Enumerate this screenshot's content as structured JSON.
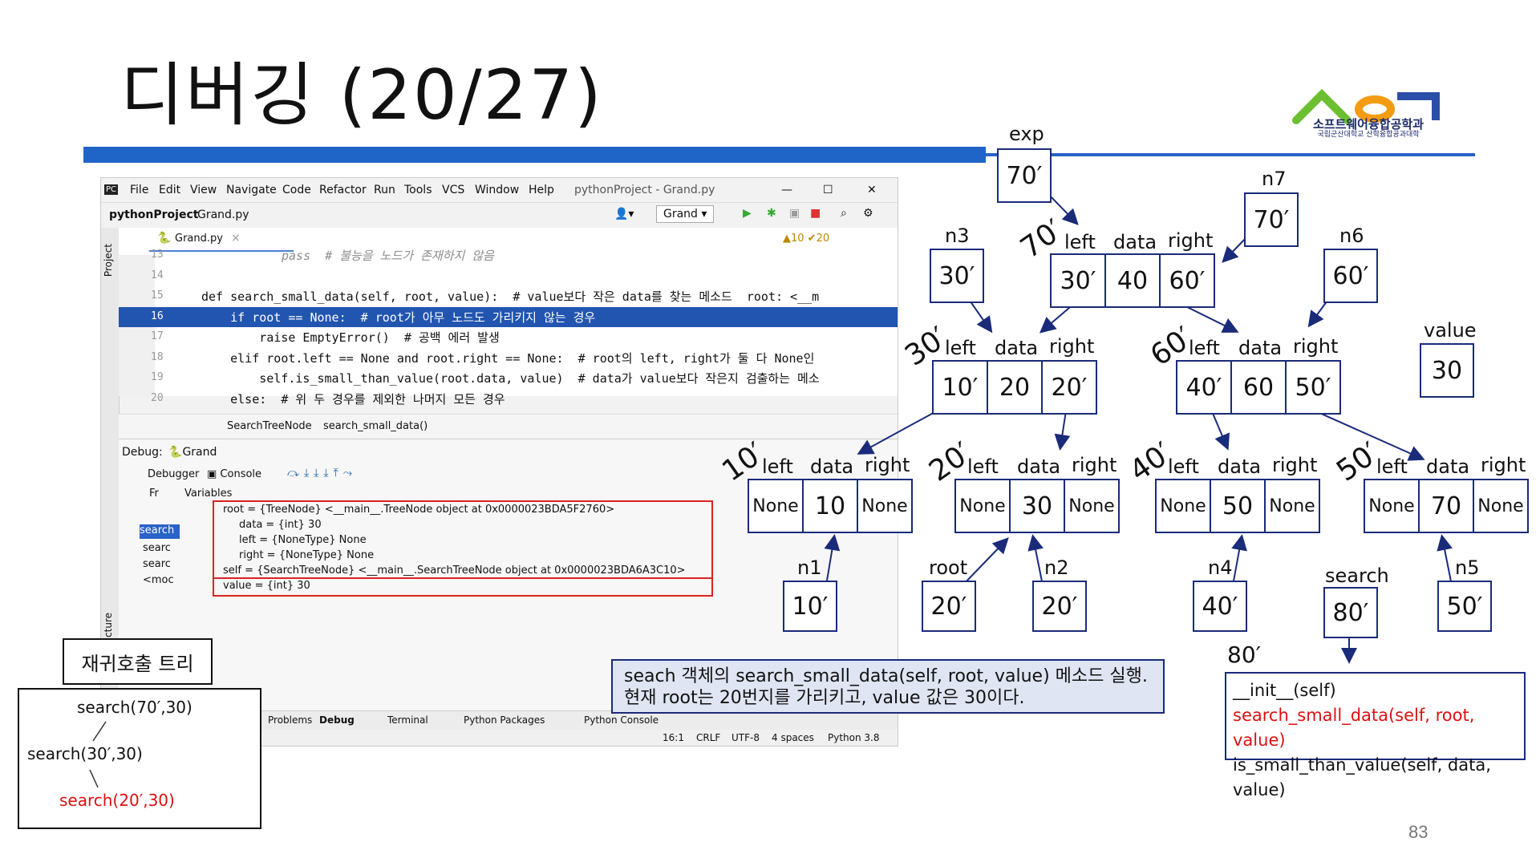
{
  "slide": {
    "title": "디버깅 (20/27)",
    "page_number": "83"
  },
  "logo": {
    "name": "소프트웨어융합공학과",
    "sub": "국립군산대학교 산학융합공과대학",
    "colors": [
      "#6cbf2f",
      "#f39c12",
      "#2b4fa8"
    ]
  },
  "ide": {
    "menu": [
      "File",
      "Edit",
      "View",
      "Navigate",
      "Code",
      "Refactor",
      "Run",
      "Tools",
      "VCS",
      "Window",
      "Help"
    ],
    "window_title": "pythonProject - Grand.py",
    "breadcrumb_project": "pythonProject",
    "breadcrumb_file": "Grand.py",
    "run_config": "Grand",
    "tab_file": "Grand.py",
    "sidebar_project": "Project",
    "sidebar_structure": "Structure",
    "warnings": "▲10 ✔20",
    "lines": [
      {
        "n": "13",
        "code": "pass  # 불능을 노드가 존재하지 않음"
      },
      {
        "n": "14",
        "code": ""
      },
      {
        "n": "15",
        "code": "def search_small_data(self, root, value):  # value보다 작은 data를 찾는 메소드  root: <__m"
      },
      {
        "n": "16",
        "code": "    if root == None:  # root가 아무 노드도 가리키지 않는 경우"
      },
      {
        "n": "17",
        "code": "        raise EmptyError()  # 공백 에러 발생"
      },
      {
        "n": "18",
        "code": "    elif root.left == None and root.right == None:  # root의 left, right가 둘 다 None인"
      },
      {
        "n": "19",
        "code": "        self.is_small_than_value(root.data, value)  # data가 value보다 작은지 검출하는 메소"
      },
      {
        "n": "20",
        "code": "    else:  # 위 두 경우를 제외한 나머지 모든 경우"
      }
    ],
    "editor_crumbs": [
      "SearchTreeNode",
      "search_small_data()"
    ],
    "debug_label": "Debug:",
    "debug_tab": "Grand",
    "debugger_tab": "Debugger",
    "console_tab": "Console",
    "frames_label": "Fr",
    "variables_label": "Variables",
    "frames": [
      "search",
      "searc",
      "searc",
      "<moc"
    ],
    "variables": [
      "root = {TreeNode} <__main__.TreeNode object at 0x0000023BDA5F2760>",
      "data = {int} 30",
      "left = {NoneType} None",
      "right = {NoneType} None",
      "self = {SearchTreeNode} <__main__.SearchTreeNode object at 0x0000023BDA6A3C10>",
      "value = {int} 30"
    ],
    "bottom_tabs": [
      "Problems",
      "Debug",
      "Terminal",
      "Python Packages",
      "Python Console"
    ],
    "status": [
      "16:1",
      "CRLF",
      "UTF-8",
      "4 spaces",
      "Python 3.8"
    ]
  },
  "tree": {
    "headers": {
      "left": "left",
      "data": "data",
      "right": "right"
    },
    "exp": {
      "label": "exp",
      "value": "70′"
    },
    "n7": {
      "label": "n7",
      "value": "70′"
    },
    "n3": {
      "label": "n3",
      "value": "30′"
    },
    "n6": {
      "label": "n6",
      "value": "60′"
    },
    "value_var": {
      "label": "value",
      "value": "30"
    },
    "node70": {
      "addr": "70′",
      "left": "30′",
      "data": "40",
      "right": "60′"
    },
    "node30": {
      "addr": "30′",
      "left": "10′",
      "data": "20",
      "right": "20′"
    },
    "node60": {
      "addr": "60′",
      "left": "40′",
      "data": "60",
      "right": "50′"
    },
    "node10": {
      "addr": "10′",
      "left": "None",
      "data": "10",
      "right": "None"
    },
    "node20": {
      "addr": "20′",
      "left": "None",
      "data": "30",
      "right": "None"
    },
    "node40": {
      "addr": "40′",
      "left": "None",
      "data": "50",
      "right": "None"
    },
    "node50": {
      "addr": "50′",
      "left": "None",
      "data": "70",
      "right": "None"
    },
    "n1": {
      "label": "n1",
      "value": "10′"
    },
    "root": {
      "label": "root",
      "value": "20′"
    },
    "n2": {
      "label": "n2",
      "value": "20′"
    },
    "n4": {
      "label": "n4",
      "value": "40′"
    },
    "search": {
      "label": "search",
      "value": "80′"
    },
    "n5": {
      "label": "n5",
      "value": "50′"
    },
    "addr80": "80′"
  },
  "note": {
    "line1": "seach 객체의 search_small_data(self, root, value) 메소드 실행.",
    "line2": "현재 root는 20번지를 가리키고, value 값은 30이다."
  },
  "class_box": {
    "m1": "__init__(self)",
    "m2": "search_small_data(self, root, value)",
    "m3": "is_small_than_value(self, data, value)"
  },
  "recursion": {
    "title": "재귀호출 트리",
    "c1": "search(70′,30)",
    "c2": "search(30′,30)",
    "c3": "search(20′,30)"
  }
}
